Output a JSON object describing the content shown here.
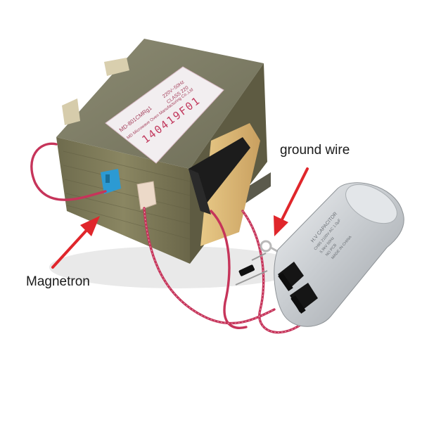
{
  "annotations": {
    "ground_wire": "ground wire",
    "magnetron": "Magnetron"
  },
  "transformer_label": {
    "model": "MD-801CMRg1",
    "rating": "220V~50Hz",
    "class": "CLASS 220",
    "maker": "MD Microwave Oven Manufacturing Co.,Ltd",
    "serial": "140419F01"
  },
  "capacitor_label": {
    "title": "H.V CAPACITOR",
    "line1": "CH85 2100V AC 1.0µF",
    "line2": "5.9kV 50Hz",
    "line3": "NO PCB",
    "line4": "MADE IN CHINA"
  },
  "colors": {
    "arrow": "#e0262b",
    "transformer_core": "#7e7a58",
    "wire": "#c6345a",
    "capacitor": "#cfd3d6"
  }
}
